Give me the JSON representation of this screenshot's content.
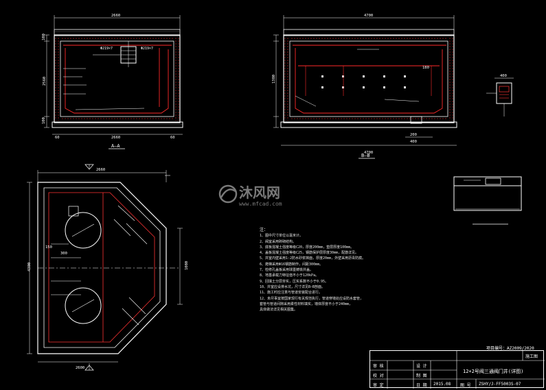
{
  "sections": {
    "aa_label": "A—A",
    "bb_label": "B—B"
  },
  "watermark": {
    "brand": "沐风网",
    "url": "www.mfcad.com"
  },
  "dims": {
    "aa_top": "2660",
    "aa_bottom_left": "60",
    "aa_bottom_mid": "2660",
    "aa_bottom_right": "60",
    "aa_left_a": "100",
    "aa_left_b": "2560",
    "aa_left_c": "100",
    "bb_top": "4700",
    "bb_bottom": "4700",
    "bb_sub_a": "200",
    "bb_sub_b": "400",
    "bb_left_a": "1380",
    "bb_right_a": "180",
    "plan_top": "2660",
    "plan_left": "4300",
    "plan_right": "1080",
    "plan_bottom": "2600",
    "plan_mark": "150",
    "plan_mark2": "300",
    "detail_dim": "400",
    "pipe_label_a": "Φ219×7",
    "pipe_label_b": "Φ219×7"
  },
  "notes": {
    "title": "注：",
    "lines": [
      "1、图中尺寸单位以毫米计。",
      "2、阀室采用砖砌结构。",
      "3、底板混凝土强度等级C20，厚度200mm，垫层厚度100mm。",
      "4、盖板混凝土强度等级C25，钢筋保护层厚度30mm，配筋详见。",
      "5、井室内壁采用1:2防水砂浆抹面，厚度20mm，外壁采用沥青防腐。",
      "6、爬梯采用Φ16钢筋制作，间距300mm。",
      "7、检修孔盖板采用球墨铸铁井盖。",
      "8、地基承载力特征值不小于120kPa。",
      "9、回填土分层夯实，压实系数不小于0.95。",
      "10、井室应设排水坑，尺寸详见B—B剖面。",
      "11、施工时应注意与管道安装配合进行。",
      "12、未尽事宜按国家现行有关规范执行，管道穿墙处应设防水套管，",
      "    套管与管道间隙采用柔性材料填实，墙体厚度不小于240mm，",
      "    具体做法详见相关图集。"
    ]
  },
  "title_block": {
    "sheet_code": "项目编号：AZ2009/2020",
    "stage": "施工图",
    "title": "12+2号阀三通阀门井(详图)",
    "row1_a": "审 核",
    "row1_b": "设 计",
    "row2_a": "校 对",
    "row2_b": "制 图",
    "row3_a": "审 定",
    "row3_b": "日 期",
    "date": "2015.08",
    "drawing_no_label": "图 号",
    "drawing_no": "ZSHY/J-FF5003S-07"
  }
}
